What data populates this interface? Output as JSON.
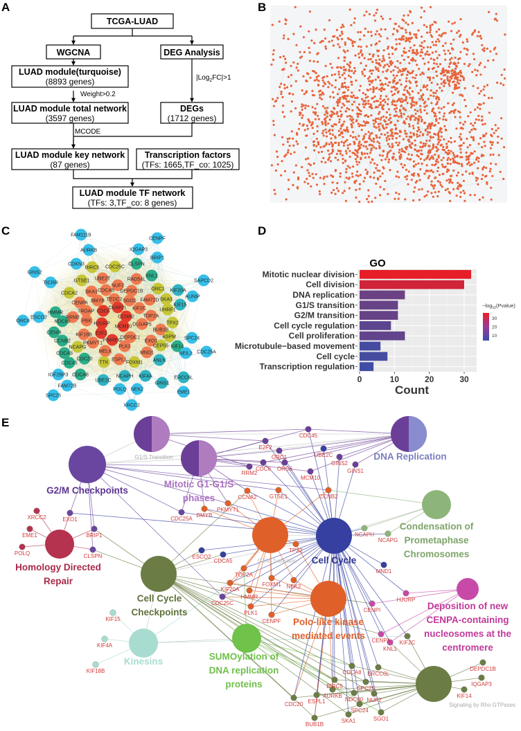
{
  "panel_labels": {
    "a": "A",
    "b": "B",
    "c": "C",
    "d": "D",
    "e": "E"
  },
  "flowchart": {
    "tcga": {
      "title": "TCGA-LUAD"
    },
    "wgcna": {
      "title": "WGCNA"
    },
    "deg": {
      "title": "DEG Analysis"
    },
    "module": {
      "title": "LUAD module(turquoise)",
      "subtitle": "(8893 genes)"
    },
    "total": {
      "title": "LUAD module total network",
      "subtitle": "(3597 genes)"
    },
    "degs": {
      "title": "DEGs",
      "subtitle": "(1712 genes)"
    },
    "key": {
      "title": "LUAD module key network",
      "subtitle": "(87 genes)"
    },
    "tfs": {
      "title": "Transcription factors",
      "subtitle": "(TFs: 1665,TF_co: 1025)"
    },
    "tfnet": {
      "title": "LUAD module TF network",
      "subtitle": "(TFs: 3,TF_co: 8 genes)"
    },
    "edge_labels": {
      "weight": "Weight>0.2",
      "log_pre": "|Log",
      "log_sub": "2",
      "log_post": "FC|>1",
      "mcode": "MCODE"
    }
  },
  "network_b": {
    "node_color": "#e8643a",
    "edge_color": "#a9d8d8",
    "background": "#f4f5f7"
  },
  "network_c": {
    "group_colors": {
      "b": "#36bfe9",
      "t": "#2fb3c2",
      "g": "#2aad88",
      "y": "#c6c637",
      "o": "#f07a50",
      "r": "#e63a2b"
    },
    "nodes": [
      {
        "label": "FAM111B",
        "group": "b"
      },
      {
        "label": "AURKB",
        "group": "b"
      },
      {
        "label": "CDKN3",
        "group": "b"
      },
      {
        "label": "BIRC5",
        "group": "y"
      },
      {
        "label": "CDC25C",
        "group": "y"
      },
      {
        "label": "GINS2",
        "group": "b"
      },
      {
        "label": "TICRR",
        "group": "b"
      },
      {
        "label": "GTSE1",
        "group": "y"
      },
      {
        "label": "UBE2T",
        "group": "o"
      },
      {
        "label": "NUF2",
        "group": "o"
      },
      {
        "label": "CDCA2",
        "group": "y"
      },
      {
        "label": "SKA1",
        "group": "o"
      },
      {
        "label": "CDCA5",
        "group": "o"
      },
      {
        "label": "CENPA",
        "group": "o"
      },
      {
        "label": "BMYB",
        "group": "o"
      },
      {
        "label": "TEDC2",
        "group": "o"
      },
      {
        "label": "HMMR",
        "group": "g"
      },
      {
        "label": "TROAP",
        "group": "o"
      },
      {
        "label": "CDC6",
        "group": "r"
      },
      {
        "label": "RRM2",
        "group": "o"
      },
      {
        "label": "ESCO2",
        "group": "b"
      },
      {
        "label": "ORC6",
        "group": "b"
      },
      {
        "label": "CENPF",
        "group": "b"
      },
      {
        "label": "IQGAP3",
        "group": "b"
      },
      {
        "label": "BRIP1",
        "group": "b"
      },
      {
        "label": "CLSPN",
        "group": "g"
      },
      {
        "label": "KNL1",
        "group": "g"
      },
      {
        "label": "RAD54L",
        "group": "o"
      },
      {
        "label": "SAPCD2",
        "group": "b"
      },
      {
        "label": "DEPDC1B",
        "group": "o"
      },
      {
        "label": "ORC1",
        "group": "y"
      },
      {
        "label": "KIF20A",
        "group": "t"
      },
      {
        "label": "AUNIP",
        "group": "b"
      },
      {
        "label": "FAM72D",
        "group": "o"
      },
      {
        "label": "SKA3",
        "group": "y"
      },
      {
        "label": "SGO1",
        "group": "o"
      },
      {
        "label": "KIF2C",
        "group": "o"
      },
      {
        "label": "TOP2A",
        "group": "o"
      },
      {
        "label": "UHRF1",
        "group": "y"
      },
      {
        "label": "KIF15",
        "group": "t"
      },
      {
        "label": "CKAP2L",
        "group": "r"
      },
      {
        "label": "CCNA2",
        "group": "r"
      },
      {
        "label": "NDC80",
        "group": "g"
      },
      {
        "label": "PBK",
        "group": "o"
      },
      {
        "label": "HJURP",
        "group": "r"
      },
      {
        "label": "CENPI",
        "group": "g"
      },
      {
        "label": "KIF18B",
        "group": "o"
      },
      {
        "label": "E2F2",
        "group": "r"
      },
      {
        "label": "PKMYT1",
        "group": "o"
      },
      {
        "label": "PIMREG",
        "group": "r"
      },
      {
        "label": "CCNB2",
        "group": "g"
      },
      {
        "label": "NCAPG",
        "group": "y"
      },
      {
        "label": "MELK",
        "group": "o"
      },
      {
        "label": "CDCA3",
        "group": "g"
      },
      {
        "label": "CDC20",
        "group": "g"
      },
      {
        "label": "CDC45",
        "group": "g"
      },
      {
        "label": "TTK",
        "group": "y"
      },
      {
        "label": "ESPL1",
        "group": "o"
      },
      {
        "label": "IGF2BP3",
        "group": "b"
      },
      {
        "label": "CDCA8",
        "group": "g"
      },
      {
        "label": "UBE2C",
        "group": "t"
      },
      {
        "label": "FAM72B",
        "group": "b"
      },
      {
        "label": "SPC25",
        "group": "b"
      },
      {
        "label": "MCM10",
        "group": "r"
      },
      {
        "label": "DLGAP5",
        "group": "o"
      },
      {
        "label": "BUB1B",
        "group": "o"
      },
      {
        "label": "TPX2",
        "group": "y"
      },
      {
        "label": "ASPM",
        "group": "y"
      },
      {
        "label": "DEPDC1",
        "group": "o"
      },
      {
        "label": "EXO1",
        "group": "o"
      },
      {
        "label": "PLK1",
        "group": "o"
      },
      {
        "label": "CEP55",
        "group": "y"
      },
      {
        "label": "KIF14",
        "group": "g"
      },
      {
        "label": "SPC24",
        "group": "b"
      },
      {
        "label": "NEIL3",
        "group": "b"
      },
      {
        "label": "CDC25A",
        "group": "b"
      },
      {
        "label": "MND1",
        "group": "o"
      },
      {
        "label": "FOXM1",
        "group": "y"
      },
      {
        "label": "ANLN",
        "group": "t"
      },
      {
        "label": "NCAPH",
        "group": "t"
      },
      {
        "label": "KIF4A",
        "group": "t"
      },
      {
        "label": "GINS1",
        "group": "t"
      },
      {
        "label": "ERCC6L",
        "group": "t"
      },
      {
        "label": "POLQ",
        "group": "b"
      },
      {
        "label": "NEK2",
        "group": "b"
      },
      {
        "label": "EME1",
        "group": "b"
      },
      {
        "label": "XRCC2",
        "group": "b"
      }
    ]
  },
  "chart_data": {
    "type": "bar",
    "orientation": "horizontal",
    "title": "GO",
    "xlabel": "Count",
    "ylabel": "",
    "categories": [
      "Mitotic nuclear division",
      "Cell division",
      "DNA replication",
      "G1/S transition",
      "G2/M transition",
      "Cell cycle regulation",
      "Cell proliferation",
      "Microtubule−based movement",
      "Cell cycle",
      "Transcription regulation"
    ],
    "values": [
      32,
      30,
      13,
      11,
      11,
      9,
      13,
      6,
      8,
      4
    ],
    "color_values": [
      35,
      31,
      13,
      12,
      12,
      10,
      11,
      6,
      6,
      5
    ],
    "xlim": [
      0,
      34
    ],
    "xticks": [
      "0",
      "10",
      "20",
      "30"
    ],
    "grid": true,
    "legend": {
      "title_pre": "−log",
      "title_sub": "10",
      "title_post": "(Pvalue)",
      "ticks": [
        "10",
        "20",
        "30"
      ],
      "range": [
        4,
        36
      ],
      "low_color": "#3a4fa8",
      "high_color": "#ec1c24",
      "placement": "right"
    }
  },
  "enrichment_map": {
    "terms": [
      {
        "lines": [
          "G1/S Transition"
        ],
        "color": "#aaaaaa",
        "fill": "#6b3f98",
        "fill2": "#b07cc0",
        "small": true
      },
      {
        "lines": [
          "Mitotic G1-G1/S",
          "phases"
        ],
        "color": "#a972c0",
        "fill": "#6b3f98",
        "fill2": "#b07cc0"
      },
      {
        "lines": [
          "G2/M Checkpoints"
        ],
        "color": "#5b3490",
        "fill": "#6a46a0"
      },
      {
        "lines": [
          "DNA Replication"
        ],
        "color": "#7b7fc0",
        "fill": "#6b3f98",
        "fill2": "#8a8cd0"
      },
      {
        "lines": [
          "Condensation of",
          "Prometaphase",
          "Chromosomes"
        ],
        "color": "#7ea56a",
        "fill": "#8db57a"
      },
      {
        "lines": [
          "Homology Directed",
          "Repair"
        ],
        "color": "#a82a4a",
        "fill": "#b5334f"
      },
      {
        "lines": [
          "Cell Cycle",
          "Checkpoints"
        ],
        "color": "#5e7038",
        "fill": "#6b7d44"
      },
      {
        "lines": [
          "G2/M Transition"
        ],
        "color": "#bbbbbb",
        "fill": "#e0602a",
        "small": true
      },
      {
        "lines": [
          "Cell Cycle"
        ],
        "color": "#2e3590",
        "fill": "#3540a0"
      },
      {
        "lines": [
          "Polo-like kinase",
          "mediated events"
        ],
        "color": "#e0602a",
        "fill": "#e0602a"
      },
      {
        "lines": [
          "Deposition of new",
          "CENPA-containing",
          "nucleosomes at the",
          "centromere"
        ],
        "color": "#c03a9a",
        "fill": "#c84aa8"
      },
      {
        "lines": [
          "Kinesins"
        ],
        "color": "#a8dcd0",
        "fill": "#a8dcd0"
      },
      {
        "lines": [
          "SUMOylation of",
          "DNA replication",
          "proteins"
        ],
        "color": "#6fbf4a",
        "fill": "#6fc24a"
      },
      {
        "lines": [
          "Signaling by Rho GTPases"
        ],
        "color": "#aaaaaa",
        "fill": "#6b7d44",
        "small": true
      }
    ],
    "gene_label_color": "#d23a3a",
    "genes": [
      {
        "label": "CDC45",
        "links": [
          3,
          0,
          1,
          8
        ]
      },
      {
        "label": "E2F2",
        "links": [
          0,
          1,
          8
        ]
      },
      {
        "label": "ORC1",
        "links": [
          3,
          1,
          8
        ]
      },
      {
        "label": "UBE2C",
        "links": [
          8,
          3
        ]
      },
      {
        "label": "GINS2",
        "links": [
          3,
          8
        ]
      },
      {
        "label": "RRM2",
        "links": [
          0,
          1,
          2
        ]
      },
      {
        "label": "CDC6",
        "links": [
          3,
          1,
          8
        ]
      },
      {
        "label": "ORC6",
        "links": [
          3,
          1,
          8
        ]
      },
      {
        "label": "MCM10",
        "links": [
          3,
          1,
          8
        ]
      },
      {
        "label": "GINS1",
        "links": [
          3,
          8
        ]
      },
      {
        "label": "GTSE1",
        "links": [
          7,
          8,
          2
        ]
      },
      {
        "label": "CCNB2",
        "links": [
          7,
          8,
          4,
          2
        ]
      },
      {
        "label": "CCNA2",
        "links": [
          7,
          8,
          1,
          6
        ]
      },
      {
        "label": "PKMYT1",
        "links": [
          7,
          8,
          1,
          2
        ]
      },
      {
        "label": "BMYB",
        "links": [
          7,
          1,
          8
        ]
      },
      {
        "label": "CDC25A",
        "links": [
          2,
          1,
          8
        ]
      },
      {
        "label": "EXO1",
        "links": [
          2,
          5,
          8
        ]
      },
      {
        "label": "BRIP1",
        "links": [
          2,
          5,
          6
        ]
      },
      {
        "label": "XRCC2",
        "links": [
          5
        ]
      },
      {
        "label": "EME1",
        "links": [
          5
        ]
      },
      {
        "label": "POLQ",
        "links": [
          5
        ]
      },
      {
        "label": "CLSPN",
        "links": [
          2,
          5,
          6
        ]
      },
      {
        "label": "ESCO2",
        "links": [
          8,
          6
        ]
      },
      {
        "label": "CDCA5",
        "links": [
          8,
          6
        ]
      },
      {
        "label": "TOP2A",
        "links": [
          7,
          8,
          12
        ]
      },
      {
        "label": "TPX2",
        "links": [
          7,
          9,
          8
        ]
      },
      {
        "label": "NCAPH",
        "links": [
          4,
          8
        ]
      },
      {
        "label": "NCAPG",
        "links": [
          4,
          8
        ]
      },
      {
        "label": "MND1",
        "links": [
          8
        ]
      },
      {
        "label": "HJURP",
        "links": [
          10,
          8
        ]
      },
      {
        "label": "CENPI",
        "links": [
          10,
          8,
          6
        ]
      },
      {
        "label": "CENPF",
        "links": [
          7,
          9,
          8
        ]
      },
      {
        "label": "FOXM1",
        "links": [
          7,
          9,
          8
        ]
      },
      {
        "label": "NEK2",
        "links": [
          7,
          9,
          8
        ]
      },
      {
        "label": "KIF20A",
        "links": [
          7,
          9,
          11,
          8
        ]
      },
      {
        "label": "HMMR",
        "links": [
          7,
          9
        ]
      },
      {
        "label": "CDC25C",
        "links": [
          2,
          7,
          9,
          8
        ]
      },
      {
        "label": "PLK1",
        "links": [
          7,
          9,
          8,
          6
        ]
      },
      {
        "label": "CENPA",
        "links": [
          10,
          8,
          6
        ]
      },
      {
        "label": "KNL1",
        "links": [
          10,
          8,
          13
        ]
      },
      {
        "label": "KIF2C",
        "links": [
          13,
          8,
          11
        ]
      },
      {
        "label": "KIF15",
        "links": [
          11
        ]
      },
      {
        "label": "KIF4A",
        "links": [
          11
        ]
      },
      {
        "label": "KIF18B",
        "links": [
          11
        ]
      },
      {
        "label": "CDCA8",
        "links": [
          13,
          8,
          6,
          12
        ]
      },
      {
        "label": "ERCC6L",
        "links": [
          13,
          8
        ]
      },
      {
        "label": "BIRC5",
        "links": [
          13,
          8,
          6,
          12
        ]
      },
      {
        "label": "SPC25",
        "links": [
          13,
          8,
          6
        ]
      },
      {
        "label": "AURKB",
        "links": [
          13,
          8,
          9,
          6
        ]
      },
      {
        "label": "NDC80",
        "links": [
          13,
          8,
          6
        ]
      },
      {
        "label": "NUF2",
        "links": [
          13,
          8,
          6
        ]
      },
      {
        "label": "CDC20",
        "links": [
          13,
          8,
          6,
          9
        ]
      },
      {
        "label": "ESPL1",
        "links": [
          13,
          8
        ]
      },
      {
        "label": "SPC24",
        "links": [
          13,
          8,
          6
        ]
      },
      {
        "label": "SKA1",
        "links": [
          13,
          8,
          6
        ]
      },
      {
        "label": "SGO1",
        "links": [
          13,
          8,
          12
        ]
      },
      {
        "label": "BUB1B",
        "links": [
          13,
          8,
          6,
          9
        ]
      },
      {
        "label": "DEPDC1B",
        "links": [
          13
        ]
      },
      {
        "label": "IQGAP3",
        "links": [
          13
        ]
      },
      {
        "label": "KIF14",
        "links": [
          13
        ]
      }
    ]
  }
}
